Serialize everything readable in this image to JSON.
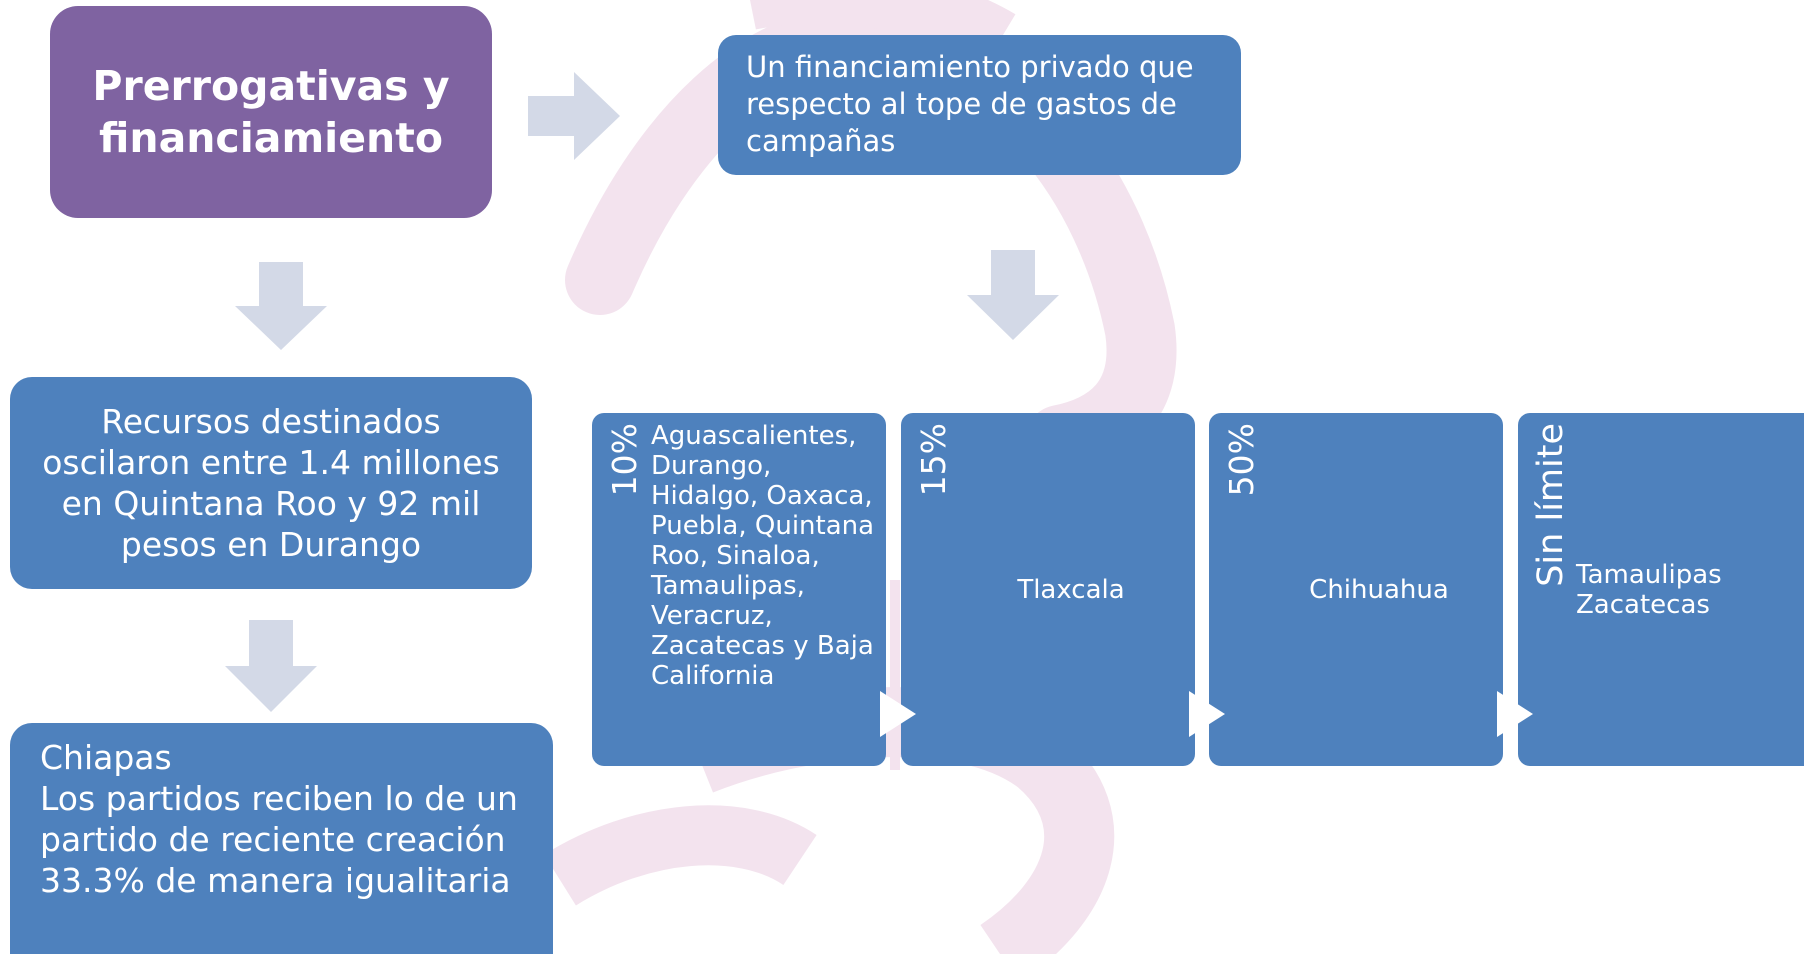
{
  "title": "Prerrogativas y financiamiento",
  "top_right_text": "Un financiamiento privado que respecto al tope de gastos de campañas",
  "recursos_text": "Recursos destinados oscilaron entre 1.4 millones en Quintana Roo y 92 mil pesos en Durango",
  "chiapas": {
    "heading": "Chiapas",
    "body": "Los partidos reciben lo de un partido de reciente creación 33.3% de manera igualitaria"
  },
  "steps": [
    {
      "percent": "10%",
      "states": "Aguascalientes, Durango, Hidalgo, Oaxaca, Puebla, Quintana Roo, Sinaloa, Tamaulipas, Veracruz, Zacatecas y Baja California"
    },
    {
      "percent": "15%",
      "states": "Tlaxcala"
    },
    {
      "percent": "50%",
      "states": "Chihuahua"
    },
    {
      "percent": "Sin límite",
      "states_line1": "Tamaulipas",
      "states_line2": "Zacatecas"
    }
  ],
  "colors": {
    "title_box": "#7f63a1",
    "boxes": "#4e81bd",
    "arrows": "#d3d9e7",
    "watermark": "#f1e0eb"
  },
  "icons": [
    "arrow-right-icon",
    "arrow-down-icon",
    "triangle-right-icon"
  ]
}
